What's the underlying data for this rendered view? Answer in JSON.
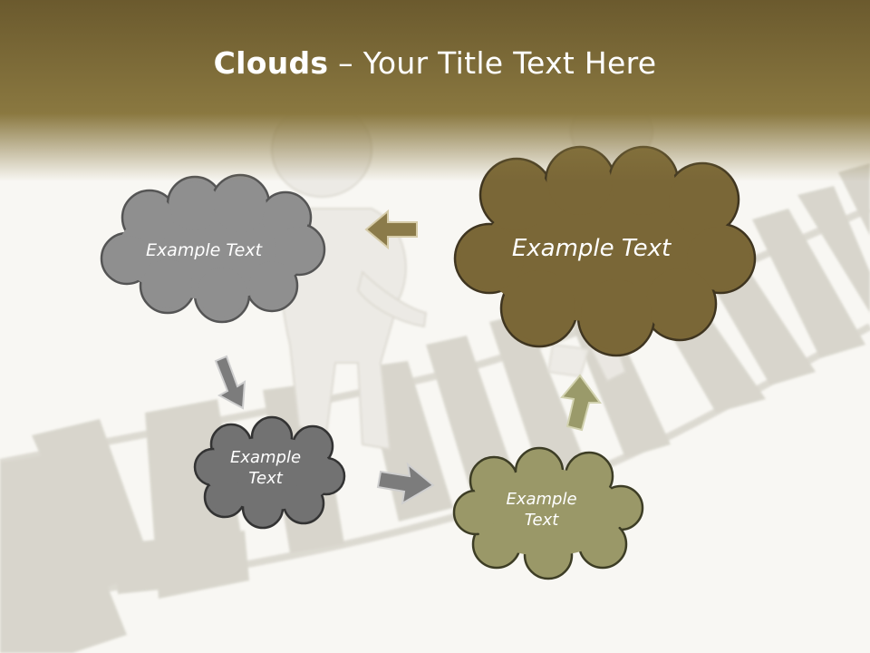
{
  "title": {
    "bold_part": "Clouds",
    "separator": " – ",
    "rest": "Your Title Text Here"
  },
  "clouds": [
    {
      "id": "grey-large",
      "text": "Example Text",
      "color": "#8f8f8f"
    },
    {
      "id": "olive-large",
      "text": "Example Text",
      "color": "#7a6737"
    },
    {
      "id": "grey-small",
      "text_line1": "Example",
      "text_line2": "Text",
      "color": "#727272"
    },
    {
      "id": "olive-small",
      "text_line1": "Example",
      "text_line2": "Text",
      "color": "#9a9868"
    }
  ],
  "colors": {
    "header_dark": "#6b5a2e",
    "header_light": "#8a7840",
    "arrow_olive": "#8b7b4a",
    "arrow_grey": "#7c7c7c",
    "arrow_green": "#9a9a6a",
    "plank": "#cfccc2"
  }
}
